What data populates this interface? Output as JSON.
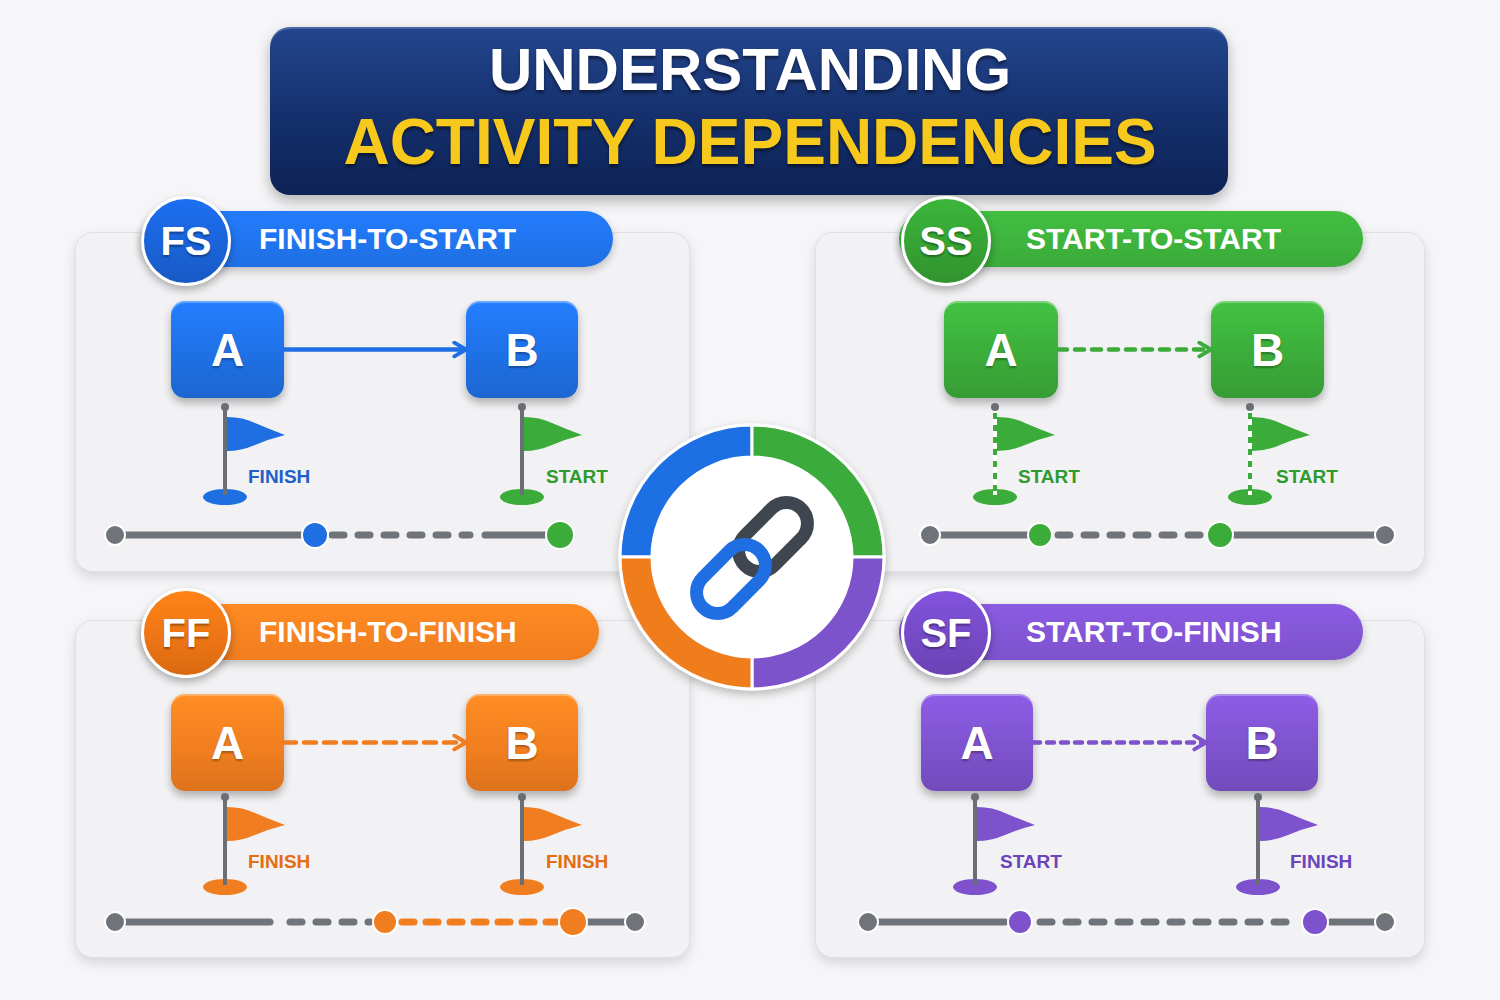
{
  "diagram": {
    "title": "UNDERSTANDING ACTIVITY DEPENDENCIES",
    "nodes": [
      {
        "text": [
          "FINISH-TO-START"
        ]
      },
      {
        "text": [
          "FS"
        ],
        "in": 0
      },
      {
        "text": [
          "A"
        ],
        "in": 0
      },
      {
        "text": [
          "B"
        ],
        "in": 0
      },
      {
        "text": [
          "START-TO-START"
        ]
      },
      {
        "text": [
          "SS"
        ],
        "in": 4
      },
      {
        "text": [
          "A"
        ],
        "in": 4
      },
      {
        "text": [
          "B"
        ],
        "in": 4
      },
      {
        "text": [
          "FINISH-TO-FINISH"
        ]
      },
      {
        "text": [
          "FF"
        ],
        "in": 8
      },
      {
        "text": [
          "A"
        ],
        "in": 8
      },
      {
        "text": [
          "B"
        ],
        "in": 8
      },
      {
        "text": [
          "START-TO-FINISH"
        ]
      },
      {
        "text": [
          "SF"
        ],
        "in": 12
      },
      {
        "text": [
          "A"
        ],
        "in": 12
      },
      {
        "text": [
          "B"
        ],
        "in": 12
      }
    ],
    "edges": [
      {
        "from": 2,
        "to": 3,
        "arrow": "to"
      },
      {
        "from": 6,
        "to": 7,
        "arrow": "to"
      },
      {
        "from": 10,
        "to": 11,
        "arrow": "to"
      },
      {
        "from": 14,
        "to": 15,
        "arrow": "to"
      }
    ],
    "labels": [
      "FINISH",
      "START",
      "START",
      "START",
      "FINISH",
      "FINISH",
      "START",
      "FINISH"
    ]
  }
}
